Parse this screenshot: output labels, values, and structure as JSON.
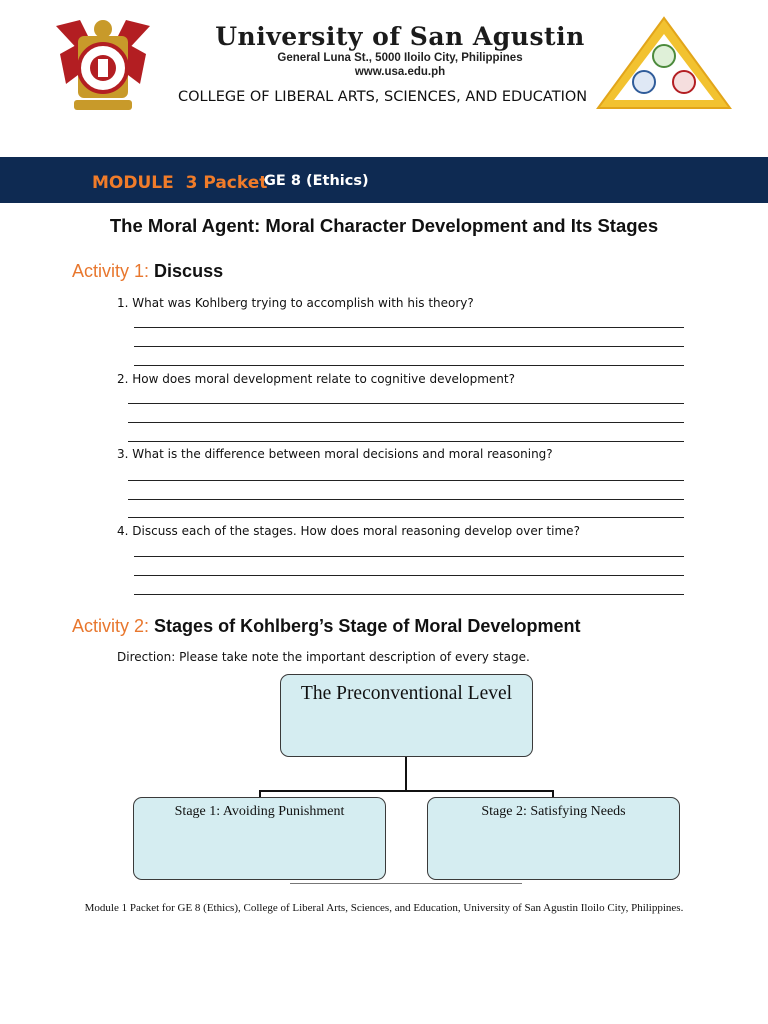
{
  "header": {
    "university_name": "University of San Agustin",
    "address": "General Luna St., 5000 Iloilo City, Philippines",
    "website": "www.usa.edu.ph",
    "college": "COLLEGE OF LIBERAL ARTS, SCIENCES, AND EDUCATION",
    "left_logo_icon": "university-seal-icon",
    "right_logo_icon": "college-triangle-emblem-icon"
  },
  "module": {
    "label": "MODULE  3 Packet",
    "course": "GE 8 (Ethics)"
  },
  "page_title": "The Moral Agent: Moral Character Development and Its Stages",
  "activity1": {
    "number": "Activity 1:",
    "title": "Discuss",
    "questions": [
      "1. What was Kohlberg trying to accomplish with his theory?",
      "2. How does moral development relate to cognitive development?",
      "3. What is the difference between moral decisions and moral reasoning?",
      "4. Discuss each of the stages. How does moral reasoning develop over time?"
    ]
  },
  "activity2": {
    "number": "Activity 2:",
    "title": "Stages of Kohlberg’s Stage of Moral Development",
    "direction": "Direction: Please take note the important description of every stage."
  },
  "diagram": {
    "level": "The Preconventional Level",
    "stages": [
      "Stage 1: Avoiding Punishment",
      "Stage 2: Satisfying Needs"
    ]
  },
  "footer": "Module 1 Packet for GE 8 (Ethics), College of Liberal Arts, Sciences, and Education, University of San Agustin Iloilo City, Philippines.",
  "colors": {
    "banner": "#0e2a52",
    "accent_orange": "#e8772e",
    "box_fill": "#d5edf1"
  }
}
